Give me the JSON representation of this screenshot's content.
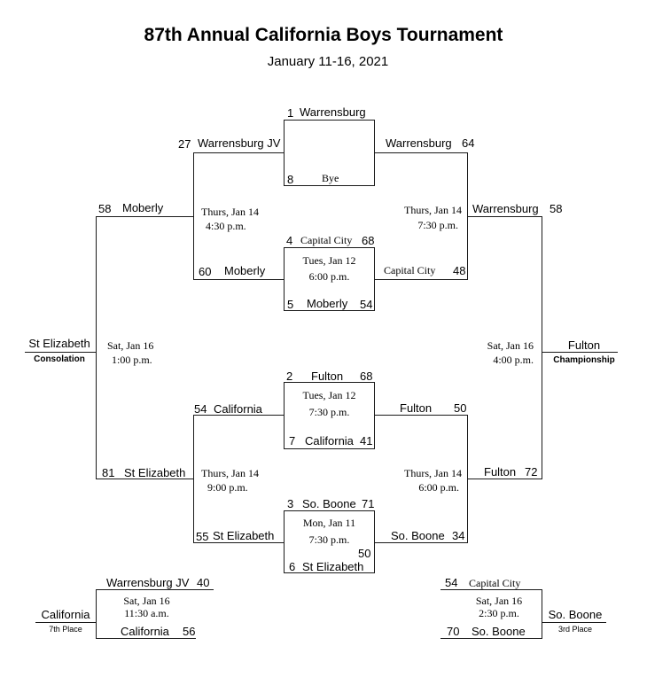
{
  "title": "87th Annual California Boys Tournament",
  "dates": "January 11-16, 2021",
  "seeds": {
    "s1": {
      "seed": "1",
      "team": "Warrensburg"
    },
    "s8": {
      "seed": "8",
      "team": "Bye"
    },
    "s4": {
      "seed": "4",
      "team": "Capital City",
      "score": "68"
    },
    "s5": {
      "seed": "5",
      "team": "Moberly",
      "score": "54"
    },
    "s2": {
      "seed": "2",
      "team": "Fulton",
      "score": "68"
    },
    "s7": {
      "seed": "7",
      "team": "California",
      "score": "41"
    },
    "s3": {
      "seed": "3",
      "team": "So. Boone",
      "score": "71"
    },
    "s6": {
      "seed": "6",
      "team": "St Elizabeth",
      "score": "50"
    }
  },
  "first_round": {
    "g45": {
      "date": "Tues, Jan 12",
      "time": "6:00 p.m."
    },
    "g27": {
      "date": "Tues, Jan 12",
      "time": "7:30 p.m."
    },
    "g36": {
      "date": "Mon, Jan 11",
      "time": "7:30 p.m."
    }
  },
  "semis": {
    "top_right": {
      "date": "Thurs, Jan 14",
      "time": "7:30 p.m.",
      "upper": {
        "team": "Warrensburg",
        "score": "64"
      },
      "lower": {
        "team": "Capital City",
        "score": "48"
      }
    },
    "bottom_right": {
      "date": "Thurs, Jan 14",
      "time": "6:00 p.m.",
      "upper": {
        "team": "Fulton",
        "score": "50"
      },
      "lower": {
        "team": "So. Boone",
        "score": "34"
      }
    }
  },
  "consolation_semis": {
    "top_left": {
      "date": "Thurs, Jan 14",
      "time": "4:30 p.m.",
      "upper": {
        "score": "27",
        "team": "Warrensburg JV"
      },
      "lower": {
        "score": "60",
        "team": "Moberly"
      }
    },
    "bottom_left": {
      "date": "Thurs, Jan 14",
      "time": "9:00 p.m.",
      "upper": {
        "score": "54",
        "team": "California"
      },
      "lower": {
        "score": "55",
        "team": "St Elizabeth"
      }
    }
  },
  "championship": {
    "date": "Sat, Jan 16",
    "time": "4:00 p.m.",
    "upper": {
      "team": "Warrensburg",
      "score": "58"
    },
    "lower": {
      "team": "Fulton",
      "score": "72"
    },
    "winner": "Fulton",
    "label": "Championship"
  },
  "consolation": {
    "date": "Sat, Jan 16",
    "time": "1:00 p.m.",
    "upper": {
      "score": "58",
      "team": "Moberly"
    },
    "lower": {
      "score": "81",
      "team": "St Elizabeth"
    },
    "winner": "St Elizabeth",
    "label": "Consolation"
  },
  "seventh_place": {
    "date": "Sat, Jan 16",
    "time": "11:30 a.m.",
    "upper": {
      "team": "Warrensburg JV",
      "score": "40"
    },
    "lower": {
      "team": "California",
      "score": "56"
    },
    "winner": "California",
    "label": "7th Place"
  },
  "third_place": {
    "date": "Sat, Jan 16",
    "time": "2:30 p.m.",
    "upper": {
      "score": "54",
      "team": "Capital City"
    },
    "lower": {
      "score": "70",
      "team": "So. Boone"
    },
    "winner": "So. Boone",
    "label": "3rd Place"
  }
}
